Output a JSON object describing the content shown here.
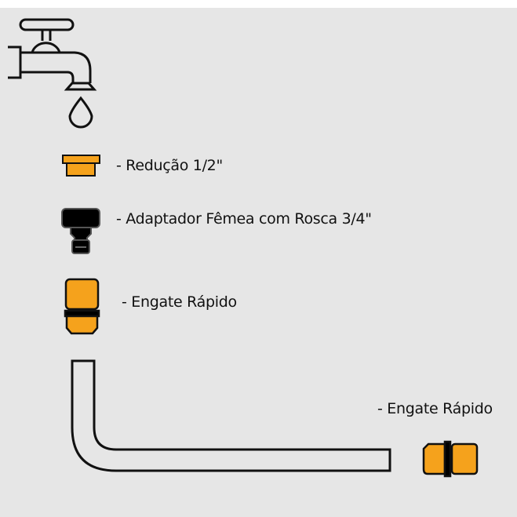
{
  "labels": {
    "reducao": "- Redução 1/2\"",
    "adaptador": "- Adaptador Fêmea com Rosca 3/4\"",
    "engate1": "- Engate Rápido",
    "engate2": "- Engate Rápido"
  },
  "colors": {
    "orange": "#f5a21c",
    "outline": "#111111",
    "background": "#e6e6e6"
  }
}
